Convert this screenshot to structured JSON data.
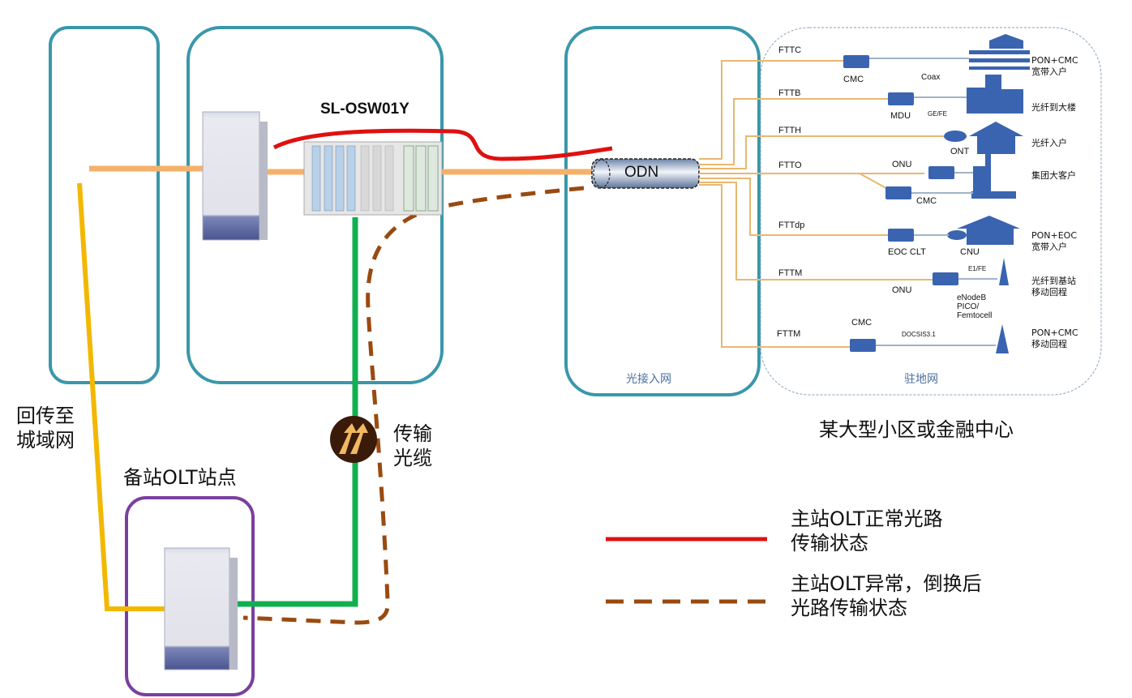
{
  "title_device": "SL-OSW01Y",
  "labels": {
    "backhaul": [
      "回传至",
      "城域网"
    ],
    "backup_site": "备站OLT站点",
    "transport_cable": [
      "传输",
      "光缆"
    ],
    "campus": "某大型小区或金融中心",
    "odn": "ODN",
    "optical_access_region": "光接入网",
    "premises_region": "驻地网"
  },
  "legend": [
    {
      "style": "solid",
      "color": "#e01010",
      "lines": [
        "主站OLT正常光路",
        "传输状态"
      ]
    },
    {
      "style": "dashed",
      "color": "#9a4a10",
      "lines": [
        "主站OLT异常，倒换后",
        "光路传输状态"
      ]
    }
  ],
  "branches": [
    {
      "type": "FTTC",
      "device": "CMC",
      "link": "Coax",
      "desc": [
        "PON+CMC",
        "宽带入户"
      ]
    },
    {
      "type": "FTTB",
      "device": "MDU",
      "link": "GE/FE",
      "desc": [
        "光纤到大楼"
      ]
    },
    {
      "type": "FTTH",
      "device": "ONT",
      "link": "",
      "desc": [
        "光纤入户"
      ]
    },
    {
      "type": "FTTO",
      "device": "ONU",
      "device2": "CMC",
      "link": "",
      "desc": [
        "集团大客户"
      ]
    },
    {
      "type": "FTTdp",
      "device": "EOC CLT",
      "device2": "CNU",
      "link": "",
      "desc": [
        "PON+EOC",
        "宽带入户"
      ]
    },
    {
      "type": "FTTM",
      "device": "ONU",
      "link": "E1/FE",
      "extra": [
        "eNodeB",
        "PICO/",
        "Femtocell"
      ],
      "desc": [
        "光纤到基站",
        "移动回程"
      ]
    },
    {
      "type": "FTTM",
      "device": "CMC",
      "link": "DOCSIS3.1",
      "desc": [
        "PON+CMC",
        "移动回程"
      ]
    }
  ],
  "colors": {
    "region_border": "#3a97ab",
    "backup_border": "#7a3fa0",
    "normal_path": "#e01010",
    "backup_path": "#9a4a10",
    "green_link": "#10b050",
    "yellow_link": "#f2b800",
    "fiber": "#f5b06a",
    "device_blue": "#3a64b0"
  }
}
